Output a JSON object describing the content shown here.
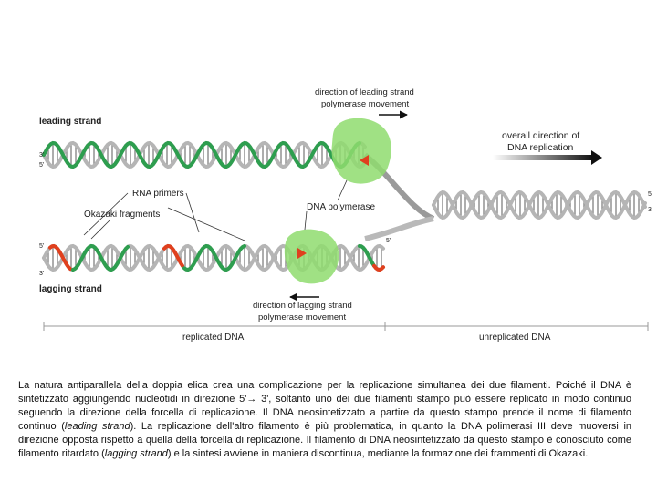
{
  "labels": {
    "leading_strand": "leading strand",
    "lagging_strand": "lagging strand",
    "rna_primers": "RNA primers",
    "okazaki_fragments": "Okazaki fragments",
    "dna_polymerase": "DNA polymerase",
    "leading_dir_line1": "direction of leading strand",
    "leading_dir_line2": "polymerase movement",
    "lagging_dir_line1": "direction of lagging strand",
    "lagging_dir_line2": "polymerase movement",
    "overall_line1": "overall direction of",
    "overall_line2": "DNA replication",
    "replicated": "replicated DNA",
    "unreplicated": "unreplicated DNA",
    "end_3_top": "3'",
    "end_5_top": "5'",
    "end_5_low": "5'",
    "end_3_low": "3'",
    "end_5_lag_right": "5'",
    "end_5_right": "5",
    "end_3_right": "3"
  },
  "caption": {
    "p1": "La natura antiparallela della doppia elica crea una complicazione per la replicazione simultanea dei due filamenti. Poiché il DNA è sintetizzato aggiungendo nucleotidi in direzione 5'",
    "arrow": "→",
    "p2": " 3', soltanto uno dei due filamenti stampo può essere replicato in modo continuo seguendo la direzione della forcella di replicazione. Il DNA neosintetizzato a partire da questo stampo prende il nome di filamento continuo (",
    "i1": "leading strand",
    "p3": "). La replicazione dell'altro filamento è più problematica, in quanto la DNA polimerasi III deve muoversi in direzione opposta rispetto a quella della forcella di replicazione. Il filamento di DNA neosintetizzato da questo stampo è conosciuto come filamento ritardato (",
    "i2": "lagging strand",
    "p4": ") e la sintesi avviene in maniera discontinua, mediante la formazione dei frammenti di Okazaki."
  },
  "colors": {
    "strand": "#b5b5b5",
    "new_strand": "#2e9e4f",
    "primer": "#e0401e",
    "polymerase": "#8fdc6e"
  }
}
